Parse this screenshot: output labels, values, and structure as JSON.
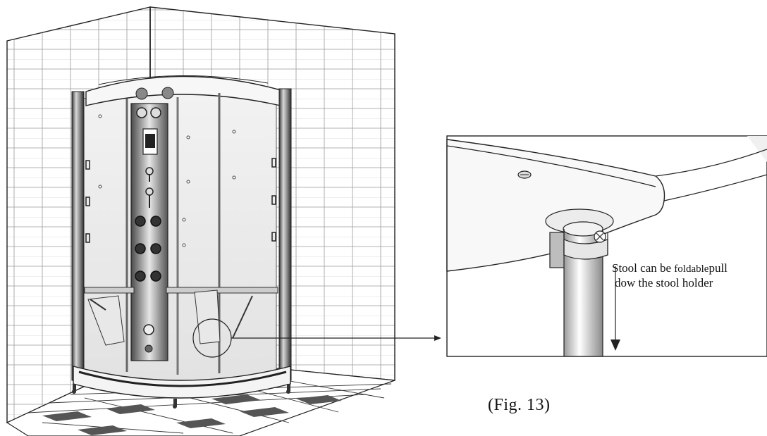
{
  "callout": {
    "line1_a": "Stool can be",
    "line1_b": "foldable",
    "line1_c": "pull",
    "line2": "dow the stool holder"
  },
  "caption": {
    "open": "(",
    "label": "Fig. 13",
    "close": ")"
  }
}
